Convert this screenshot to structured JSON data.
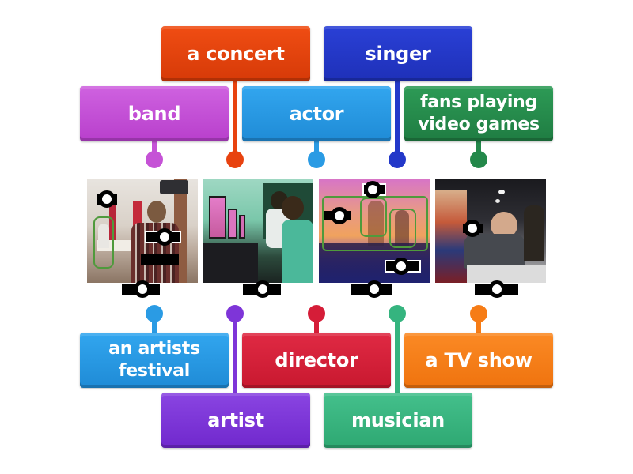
{
  "diagram": {
    "type": "labelled-image-matching",
    "labels": [
      {
        "id": "a-concert",
        "text": "a concert",
        "color": "#e8420f",
        "position": "top-row-1"
      },
      {
        "id": "singer",
        "text": "singer",
        "color": "#2338c9",
        "position": "top-row-1"
      },
      {
        "id": "band",
        "text": "band",
        "color": "#c552d6",
        "position": "top-row-2"
      },
      {
        "id": "actor",
        "text": "actor",
        "color": "#2a9be4",
        "position": "top-row-2"
      },
      {
        "id": "fans-playing-video-games",
        "text": "fans playing video games",
        "line1": "fans playing",
        "line2": "video games",
        "color": "#23884a",
        "position": "top-row-2"
      },
      {
        "id": "an-artists-festival",
        "text": "an artists festival",
        "line1": "an artists",
        "line2": "festival",
        "color": "#2a9be4",
        "position": "bottom-row-1"
      },
      {
        "id": "director",
        "text": "director",
        "color": "#d51d38",
        "position": "bottom-row-1"
      },
      {
        "id": "a-tv-show",
        "text": "a TV show",
        "color": "#f67c16",
        "position": "bottom-row-1"
      },
      {
        "id": "artist",
        "text": "artist",
        "color": "#7e35d8",
        "position": "bottom-row-2"
      },
      {
        "id": "musician",
        "text": "musician",
        "color": "#35b47f",
        "position": "bottom-row-2"
      }
    ],
    "images": [
      {
        "id": "tv-set",
        "description": "film set with people at dining table and camera crane"
      },
      {
        "id": "gaming",
        "description": "young men playing video games in front of monitors"
      },
      {
        "id": "concert",
        "description": "band performing on stage with crowd"
      },
      {
        "id": "comic-con",
        "description": "artist drawing at a convention booth"
      }
    ]
  }
}
